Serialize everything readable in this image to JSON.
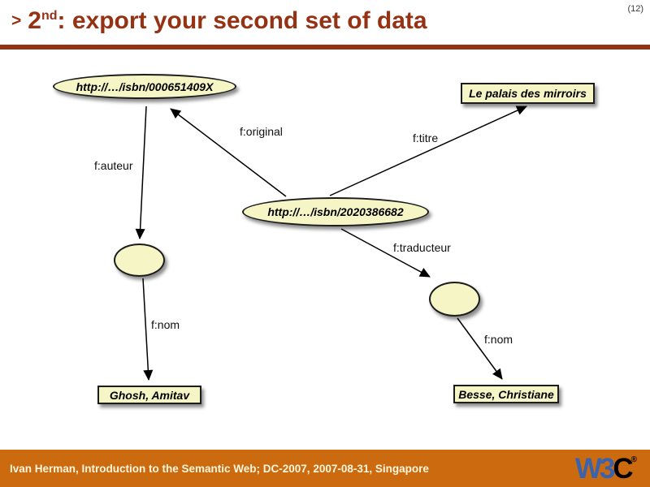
{
  "slide_number": "(12)",
  "title": {
    "marker": ">",
    "main": "2",
    "superscript": "nd",
    "rest": ": export your second set of data"
  },
  "colors": {
    "title_red": "#963214",
    "footer_orange": "#CC6A10",
    "node_fill": "#F5F5C6",
    "w3c_blue": "#3A63AE"
  },
  "diagram": {
    "nodes": {
      "book1_uri": "http://…/isbn/000651409X",
      "book2_uri": "http://…/isbn/2020386682",
      "title_literal": "Le palais des mirroirs",
      "author_literal": "Ghosh, Amitav",
      "translator_literal": "Besse, Christiane"
    },
    "edges": [
      {
        "label": "f:auteur"
      },
      {
        "label": "f:original"
      },
      {
        "label": "f:titre"
      },
      {
        "label": "f:traducteur"
      },
      {
        "label": "f:nom"
      },
      {
        "label": "f:nom"
      }
    ]
  },
  "footer": {
    "text": "Ivan Herman, Introduction to the Semantic Web; DC-2007, 2007-08-31, Singapore",
    "logo": {
      "w3": "W3",
      "c": "C",
      "registered": "®"
    }
  }
}
